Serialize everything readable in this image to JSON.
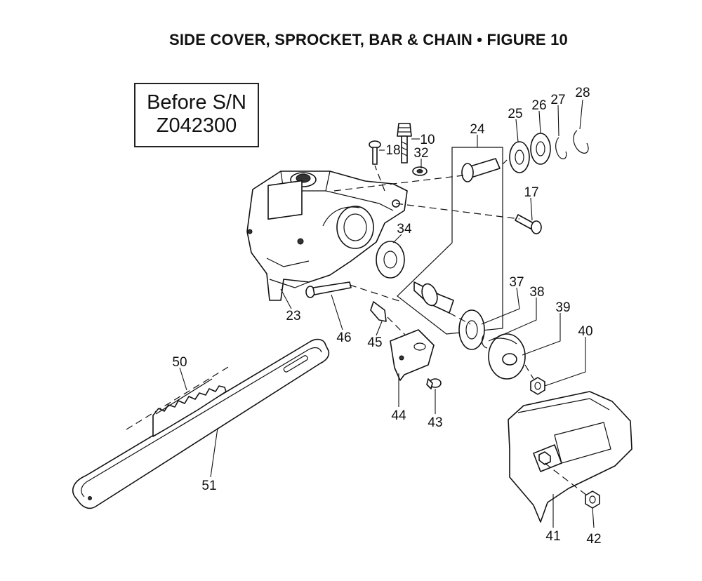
{
  "title": "SIDE COVER, SPROCKET, BAR & CHAIN  •  FIGURE 10",
  "serial_note": {
    "line1": "Before S/N",
    "line2": "Z042300"
  },
  "parts": {
    "p10": "10",
    "p17": "17",
    "p18": "18",
    "p23": "23",
    "p24": "24",
    "p25": "25",
    "p26": "26",
    "p27": "27",
    "p28": "28",
    "p32": "32",
    "p34": "34",
    "p37": "37",
    "p38": "38",
    "p39": "39",
    "p40": "40",
    "p41": "41",
    "p42": "42",
    "p43": "43",
    "p44": "44",
    "p45": "45",
    "p46": "46",
    "p50": "50",
    "p51": "51"
  }
}
